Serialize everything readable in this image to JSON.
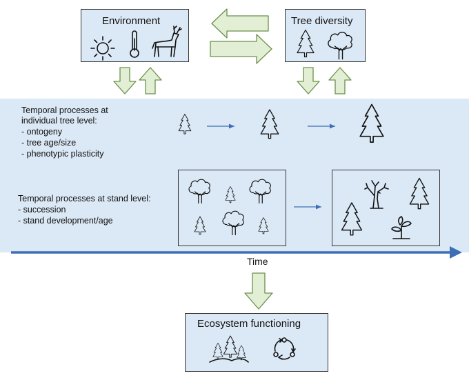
{
  "environment": {
    "title": "Environment",
    "icons": [
      "sun-icon",
      "thermometer-icon",
      "deer-icon"
    ]
  },
  "tree_diversity": {
    "title": "Tree diversity",
    "icons": [
      "conifer-icon",
      "broadleaf-tree-icon"
    ]
  },
  "tree_level": {
    "heading": "Temporal processes at individual tree level:",
    "heading_line1": "Temporal processes at",
    "heading_line2": "individual tree level:",
    "items": [
      "- ontogeny",
      "- tree age/size",
      "- phenotypic plasticity"
    ]
  },
  "stand_level": {
    "heading": "Temporal processes at stand level:",
    "items": [
      "- succession",
      "- stand development/age"
    ]
  },
  "time_axis": {
    "label": "Time"
  },
  "ecosystem": {
    "title": "Ecosystem functioning",
    "icons": [
      "forest-icon",
      "cycle-icon"
    ]
  },
  "colors": {
    "panel_fill": "#dbe8f5",
    "arrow_fill": "#e3efd5",
    "arrow_stroke": "#6b8f4a",
    "timeline": "#3e6fb5"
  }
}
